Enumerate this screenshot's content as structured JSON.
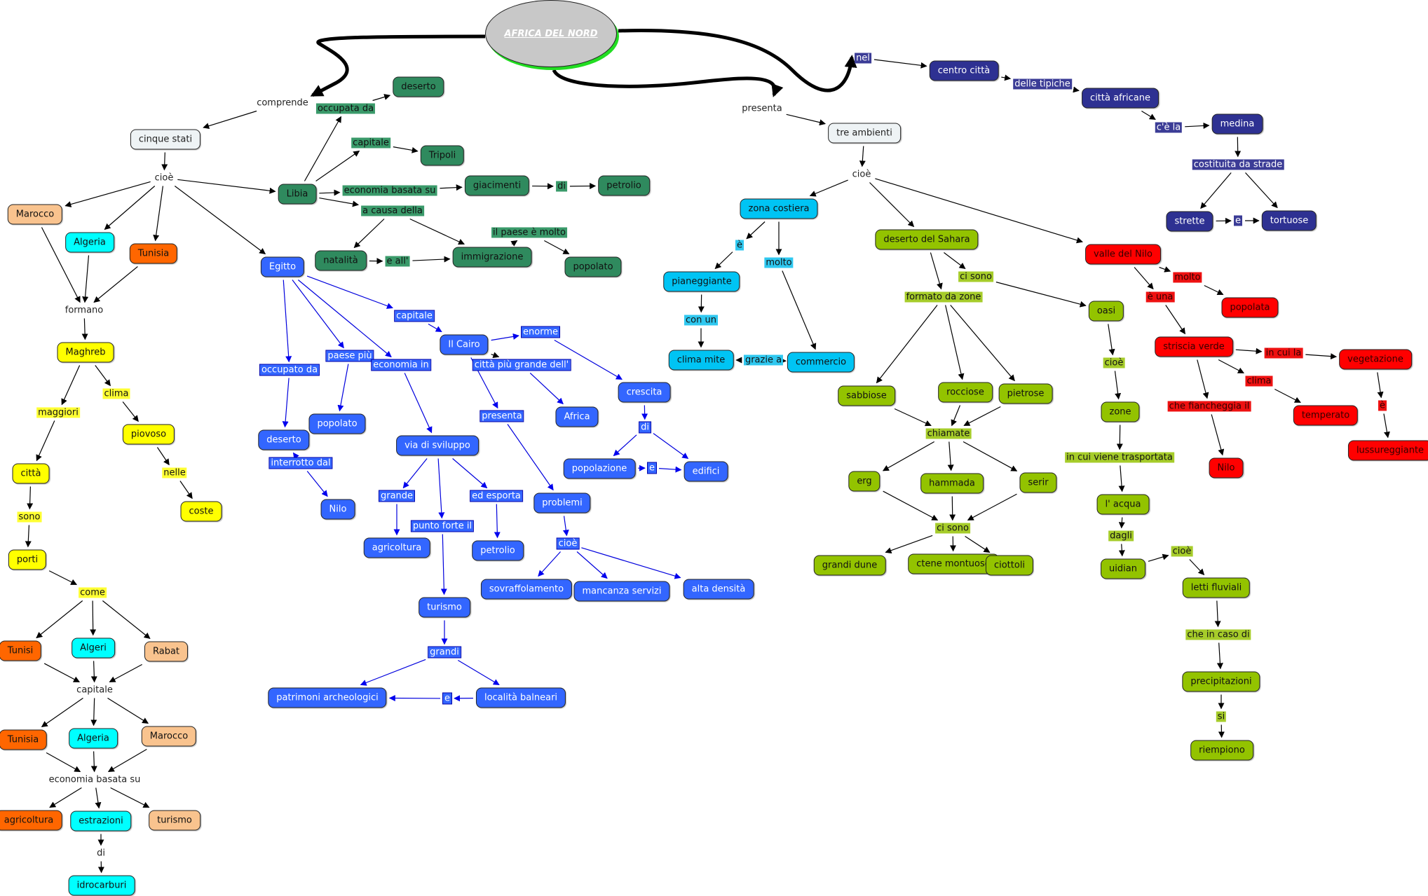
{
  "title": "AFRICA DEL NORD",
  "colors": {
    "libya": "#2f8a5e",
    "egypt": "#3366ff",
    "coast": "#00c4f4",
    "sahara": "#93c300",
    "nile": "#ff0000",
    "city": "#2e3192",
    "maghreb": "#ffff00",
    "tunisia": "#ff6600",
    "morocco": "#f9c38e",
    "algeria": "#00ffff",
    "title_shadow": "#22dd22"
  },
  "nodes": {
    "root": {
      "label": "AFRICA DEL NORD",
      "kind": "title"
    },
    "comprende": {
      "label": "comprende",
      "kind": "plain"
    },
    "cinque_stati": {
      "label": "cinque stati",
      "kind": "c-gray"
    },
    "cioe_stati": {
      "label": "cioè",
      "kind": "plain"
    },
    "marocco": {
      "label": "Marocco",
      "kind": "c-peach"
    },
    "algeria": {
      "label": "Algeria",
      "kind": "c-aqua"
    },
    "tunisia": {
      "label": "Tunisia",
      "kind": "c-orange"
    },
    "formano": {
      "label": "formano",
      "kind": "plain"
    },
    "maghreb": {
      "label": "Maghreb",
      "kind": "c-yellow"
    },
    "maggiori": {
      "label": "maggiori",
      "kind": "l-yellow"
    },
    "clima_m": {
      "label": "clima",
      "kind": "l-yellow"
    },
    "piovoso": {
      "label": "piovoso",
      "kind": "c-yellow"
    },
    "nelle": {
      "label": "nelle",
      "kind": "l-yellow"
    },
    "coste": {
      "label": "coste",
      "kind": "c-yellow"
    },
    "citta": {
      "label": "città",
      "kind": "c-yellow"
    },
    "sono": {
      "label": "sono",
      "kind": "l-yellow"
    },
    "porti": {
      "label": "porti",
      "kind": "c-yellow"
    },
    "come": {
      "label": "come",
      "kind": "l-yellow"
    },
    "tunisi": {
      "label": "Tunisi",
      "kind": "c-orange"
    },
    "algeri": {
      "label": "Algeri",
      "kind": "c-aqua"
    },
    "rabat": {
      "label": "Rabat",
      "kind": "c-peach"
    },
    "capitale_m": {
      "label": "capitale",
      "kind": "plain"
    },
    "tunisia2": {
      "label": "Tunisia",
      "kind": "c-orange"
    },
    "algeria2": {
      "label": "Algeria",
      "kind": "c-aqua"
    },
    "marocco2": {
      "label": "Marocco",
      "kind": "c-peach"
    },
    "economia_m": {
      "label": "economia basata su",
      "kind": "plain"
    },
    "agricoltura_m": {
      "label": "agricoltura",
      "kind": "c-orange"
    },
    "estrazioni": {
      "label": "estrazioni",
      "kind": "c-aqua"
    },
    "turismo_m": {
      "label": "turismo",
      "kind": "c-peach"
    },
    "di_m": {
      "label": "di",
      "kind": "plain"
    },
    "idrocarburi": {
      "label": "idrocarburi",
      "kind": "c-aqua"
    },
    "libia": {
      "label": "Libia",
      "kind": "c-green"
    },
    "occupata_da": {
      "label": "occupata da",
      "kind": "l-green"
    },
    "deserto_l": {
      "label": "deserto",
      "kind": "c-green"
    },
    "capitale_l": {
      "label": "capitale",
      "kind": "l-green"
    },
    "tripoli": {
      "label": "Tripoli",
      "kind": "c-green"
    },
    "economia_l": {
      "label": "economia basata su",
      "kind": "l-green"
    },
    "giacimenti": {
      "label": "giacimenti",
      "kind": "c-green"
    },
    "di_l": {
      "label": "di",
      "kind": "l-green"
    },
    "petrolio_l": {
      "label": "petrolio",
      "kind": "c-green"
    },
    "a_causa": {
      "label": "a causa della",
      "kind": "l-green"
    },
    "natalita": {
      "label": "natalità",
      "kind": "c-green"
    },
    "e_all": {
      "label": "e all'",
      "kind": "l-green"
    },
    "immigrazione": {
      "label": "immigrazione",
      "kind": "c-green"
    },
    "paese_molto": {
      "label": "il paese è molto",
      "kind": "l-green"
    },
    "popolato_l": {
      "label": "popolato",
      "kind": "c-green"
    },
    "egitto": {
      "label": "Egitto",
      "kind": "c-blue"
    },
    "occupato_da": {
      "label": "occupato da",
      "kind": "l-blue"
    },
    "deserto_e": {
      "label": "deserto",
      "kind": "c-blue"
    },
    "interrotto": {
      "label": "interrotto dal",
      "kind": "l-blue"
    },
    "nilo_e": {
      "label": "Nilo",
      "kind": "c-blue"
    },
    "paese_piu": {
      "label": "paese più",
      "kind": "l-blue"
    },
    "popolato_e": {
      "label": "popolato",
      "kind": "c-blue"
    },
    "economia_in": {
      "label": "economia in",
      "kind": "l-blue"
    },
    "via_sviluppo": {
      "label": "via di sviluppo",
      "kind": "c-blue"
    },
    "grande": {
      "label": "grande",
      "kind": "l-blue"
    },
    "agricoltura_e": {
      "label": "agricoltura",
      "kind": "c-blue"
    },
    "punto_forte": {
      "label": "punto forte il",
      "kind": "l-blue"
    },
    "turismo_e": {
      "label": "turismo",
      "kind": "c-blue"
    },
    "grandi": {
      "label": "grandi",
      "kind": "l-blue"
    },
    "patrimoni": {
      "label": "patrimoni archeologici",
      "kind": "c-blue"
    },
    "e_tur": {
      "label": "e",
      "kind": "l-blue"
    },
    "localita": {
      "label": "località balneari",
      "kind": "c-blue"
    },
    "ed_esporta": {
      "label": "ed esporta",
      "kind": "l-blue"
    },
    "petrolio_e": {
      "label": "petrolio",
      "kind": "c-blue"
    },
    "capitale_e": {
      "label": "capitale",
      "kind": "l-blue"
    },
    "cairo": {
      "label": "Il Cairo",
      "kind": "c-blue"
    },
    "enorme": {
      "label": "enorme",
      "kind": "l-blue"
    },
    "crescita": {
      "label": "crescita",
      "kind": "c-blue"
    },
    "di_e": {
      "label": "di",
      "kind": "l-blue"
    },
    "popolazione": {
      "label": "popolazione",
      "kind": "c-blue"
    },
    "e_pop": {
      "label": "e",
      "kind": "l-blue"
    },
    "edifici": {
      "label": "edifici",
      "kind": "c-blue"
    },
    "citta_piu": {
      "label": "città più grande dell'",
      "kind": "l-blue"
    },
    "africa": {
      "label": "Africa",
      "kind": "c-blue"
    },
    "presenta_e": {
      "label": "presenta",
      "kind": "l-blue"
    },
    "problemi": {
      "label": "problemi",
      "kind": "c-blue"
    },
    "cioe_e": {
      "label": "cioè",
      "kind": "l-blue"
    },
    "sovraffolamento": {
      "label": "sovraffolamento",
      "kind": "c-blue"
    },
    "mancanza": {
      "label": "mancanza servizi",
      "kind": "c-blue"
    },
    "alta_densita": {
      "label": "alta densità",
      "kind": "c-blue"
    },
    "presenta": {
      "label": "presenta",
      "kind": "plain"
    },
    "tre_ambienti": {
      "label": "tre ambienti",
      "kind": "c-gray"
    },
    "cioe_amb": {
      "label": "cioè",
      "kind": "plain"
    },
    "zona_costiera": {
      "label": "zona costiera",
      "kind": "c-cyan"
    },
    "e_cost": {
      "label": "è",
      "kind": "l-cyan"
    },
    "pianeggiante": {
      "label": "pianeggiante",
      "kind": "c-cyan"
    },
    "con_un": {
      "label": "con un",
      "kind": "l-cyan"
    },
    "clima_mite": {
      "label": "clima mite",
      "kind": "c-cyan"
    },
    "molto_c": {
      "label": "molto",
      "kind": "l-cyan"
    },
    "commercio": {
      "label": "commercio",
      "kind": "c-cyan"
    },
    "grazie_a": {
      "label": "grazie a",
      "kind": "l-cyan"
    },
    "sahara": {
      "label": "deserto del Sahara",
      "kind": "c-lime"
    },
    "formato_zone": {
      "label": "formato da zone",
      "kind": "l-lime"
    },
    "sabbiose": {
      "label": "sabbiose",
      "kind": "c-lime"
    },
    "rocciose": {
      "label": "rocciose",
      "kind": "c-lime"
    },
    "pietrose": {
      "label": "pietrose",
      "kind": "c-lime"
    },
    "chiamate": {
      "label": "chiamate",
      "kind": "l-lime"
    },
    "erg": {
      "label": "erg",
      "kind": "c-lime"
    },
    "hammada": {
      "label": "hammada",
      "kind": "c-lime"
    },
    "serir": {
      "label": "serir",
      "kind": "c-lime"
    },
    "ci_sono2": {
      "label": "ci sono",
      "kind": "l-lime"
    },
    "grandi_dune": {
      "label": "grandi dune",
      "kind": "c-lime"
    },
    "ctene": {
      "label": "ctene montuose",
      "kind": "c-lime"
    },
    "ciottoli": {
      "label": "ciottoli",
      "kind": "c-lime"
    },
    "ci_sono1": {
      "label": "ci sono",
      "kind": "l-lime"
    },
    "oasi": {
      "label": "oasi",
      "kind": "c-lime"
    },
    "cioe_oasi": {
      "label": "cioè",
      "kind": "l-lime"
    },
    "zone": {
      "label": "zone",
      "kind": "c-lime"
    },
    "in_cui_viene": {
      "label": "in cui viene trasportata",
      "kind": "l-lime"
    },
    "acqua": {
      "label": "l' acqua",
      "kind": "c-lime"
    },
    "dagli": {
      "label": "dagli",
      "kind": "l-lime"
    },
    "uidian": {
      "label": "uidian",
      "kind": "c-lime"
    },
    "cioe_uid": {
      "label": "cioè",
      "kind": "l-lime"
    },
    "letti": {
      "label": "letti fluviali",
      "kind": "c-lime"
    },
    "che_in_caso": {
      "label": "che in caso di",
      "kind": "l-lime"
    },
    "precipitazioni": {
      "label": "precipitazioni",
      "kind": "c-lime"
    },
    "si": {
      "label": "si",
      "kind": "l-lime"
    },
    "riempiono": {
      "label": "riempiono",
      "kind": "c-lime"
    },
    "valle_nilo": {
      "label": "valle del Nilo",
      "kind": "c-red"
    },
    "molto_n": {
      "label": "molto",
      "kind": "l-red"
    },
    "popolata": {
      "label": "popolata",
      "kind": "c-red"
    },
    "e_una": {
      "label": "è una",
      "kind": "l-red"
    },
    "striscia": {
      "label": "striscia verde",
      "kind": "c-red"
    },
    "in_cui_la": {
      "label": "in cui la",
      "kind": "l-red"
    },
    "vegetazione": {
      "label": "vegetazione",
      "kind": "c-red"
    },
    "e_veg": {
      "label": "è",
      "kind": "l-red"
    },
    "lussureggiante": {
      "label": "lussureggiante",
      "kind": "c-red"
    },
    "clima_n": {
      "label": "clima",
      "kind": "l-red"
    },
    "temperato": {
      "label": "temperato",
      "kind": "c-red"
    },
    "fiancheggia": {
      "label": "che fiancheggia il",
      "kind": "l-red"
    },
    "nilo_n": {
      "label": "Nilo",
      "kind": "c-red"
    },
    "nel": {
      "label": "nel",
      "kind": "l-navy"
    },
    "centro_citta": {
      "label": "centro città",
      "kind": "c-navy"
    },
    "delle_tipiche": {
      "label": "delle tipiche",
      "kind": "l-navy"
    },
    "citta_africane": {
      "label": "città africane",
      "kind": "c-navy"
    },
    "ce_la": {
      "label": "c'è la",
      "kind": "l-navy"
    },
    "medina": {
      "label": "medina",
      "kind": "c-navy"
    },
    "costituita": {
      "label": "costituita da strade",
      "kind": "l-navy"
    },
    "strette": {
      "label": "strette",
      "kind": "c-navy"
    },
    "e_str": {
      "label": "e",
      "kind": "l-navy"
    },
    "tortuose": {
      "label": "tortuose",
      "kind": "c-navy"
    }
  },
  "edges": [
    [
      "root",
      "comprende",
      "thick"
    ],
    [
      "root",
      "presenta",
      "thick"
    ],
    [
      "root",
      "nel",
      "thick"
    ],
    [
      "comprende",
      "cinque_stati"
    ],
    [
      "cinque_stati",
      "cioe_stati"
    ],
    [
      "cioe_stati",
      "marocco"
    ],
    [
      "cioe_stati",
      "algeria"
    ],
    [
      "cioe_stati",
      "tunisia"
    ],
    [
      "cioe_stati",
      "libia"
    ],
    [
      "cioe_stati",
      "egitto"
    ],
    [
      "marocco",
      "formano"
    ],
    [
      "algeria",
      "formano"
    ],
    [
      "tunisia",
      "formano"
    ],
    [
      "formano",
      "maghreb"
    ],
    [
      "maghreb",
      "maggiori"
    ],
    [
      "maggiori",
      "citta"
    ],
    [
      "citta",
      "sono"
    ],
    [
      "sono",
      "porti"
    ],
    [
      "porti",
      "come"
    ],
    [
      "come",
      "tunisi"
    ],
    [
      "come",
      "algeri"
    ],
    [
      "come",
      "rabat"
    ],
    [
      "tunisi",
      "capitale_m"
    ],
    [
      "algeri",
      "capitale_m"
    ],
    [
      "rabat",
      "capitale_m"
    ],
    [
      "capitale_m",
      "tunisia2"
    ],
    [
      "capitale_m",
      "algeria2"
    ],
    [
      "capitale_m",
      "marocco2"
    ],
    [
      "tunisia2",
      "economia_m"
    ],
    [
      "algeria2",
      "economia_m"
    ],
    [
      "marocco2",
      "economia_m"
    ],
    [
      "economia_m",
      "agricoltura_m"
    ],
    [
      "economia_m",
      "estrazioni"
    ],
    [
      "economia_m",
      "turismo_m"
    ],
    [
      "estrazioni",
      "di_m"
    ],
    [
      "di_m",
      "idrocarburi"
    ],
    [
      "maghreb",
      "clima_m"
    ],
    [
      "clima_m",
      "piovoso"
    ],
    [
      "piovoso",
      "nelle"
    ],
    [
      "nelle",
      "coste"
    ],
    [
      "libia",
      "occupata_da"
    ],
    [
      "occupata_da",
      "deserto_l"
    ],
    [
      "libia",
      "capitale_l"
    ],
    [
      "capitale_l",
      "tripoli"
    ],
    [
      "libia",
      "economia_l"
    ],
    [
      "economia_l",
      "giacimenti"
    ],
    [
      "giacimenti",
      "di_l"
    ],
    [
      "di_l",
      "petrolio_l"
    ],
    [
      "libia",
      "a_causa"
    ],
    [
      "a_causa",
      "natalita"
    ],
    [
      "a_causa",
      "immigrazione"
    ],
    [
      "natalita",
      "e_all"
    ],
    [
      "e_all",
      "immigrazione"
    ],
    [
      "immigrazione",
      "paese_molto"
    ],
    [
      "paese_molto",
      "popolato_l"
    ],
    [
      "egitto",
      "occupato_da",
      "blue"
    ],
    [
      "occupato_da",
      "deserto_e",
      "blue"
    ],
    [
      "interrotto",
      "deserto_e",
      "blue"
    ],
    [
      "interrotto",
      "nilo_e",
      "blue"
    ],
    [
      "egitto",
      "paese_piu",
      "blue"
    ],
    [
      "paese_piu",
      "popolato_e",
      "blue"
    ],
    [
      "egitto",
      "economia_in",
      "blue"
    ],
    [
      "economia_in",
      "via_sviluppo",
      "blue"
    ],
    [
      "via_sviluppo",
      "grande",
      "blue"
    ],
    [
      "grande",
      "agricoltura_e",
      "blue"
    ],
    [
      "via_sviluppo",
      "punto_forte",
      "blue"
    ],
    [
      "punto_forte",
      "turismo_e",
      "blue"
    ],
    [
      "turismo_e",
      "grandi",
      "blue"
    ],
    [
      "grandi",
      "patrimoni",
      "blue"
    ],
    [
      "grandi",
      "localita",
      "blue"
    ],
    [
      "localita",
      "e_tur",
      "blue"
    ],
    [
      "e_tur",
      "patrimoni",
      "blue"
    ],
    [
      "via_sviluppo",
      "ed_esporta",
      "blue"
    ],
    [
      "ed_esporta",
      "petrolio_e",
      "blue"
    ],
    [
      "egitto",
      "capitale_e",
      "blue"
    ],
    [
      "capitale_e",
      "cairo",
      "blue"
    ],
    [
      "cairo",
      "enorme",
      "blue"
    ],
    [
      "enorme",
      "crescita",
      "blue"
    ],
    [
      "crescita",
      "di_e",
      "blue"
    ],
    [
      "di_e",
      "popolazione",
      "blue"
    ],
    [
      "di_e",
      "edifici",
      "blue"
    ],
    [
      "popolazione",
      "e_pop",
      "blue"
    ],
    [
      "e_pop",
      "edifici",
      "blue"
    ],
    [
      "cairo",
      "citta_piu"
    ],
    [
      "citta_piu",
      "africa",
      "blue"
    ],
    [
      "cairo",
      "presenta_e",
      "blue"
    ],
    [
      "presenta_e",
      "problemi",
      "blue"
    ],
    [
      "problemi",
      "cioe_e",
      "blue"
    ],
    [
      "cioe_e",
      "sovraffolamento",
      "blue"
    ],
    [
      "cioe_e",
      "mancanza",
      "blue"
    ],
    [
      "cioe_e",
      "alta_densita",
      "blue"
    ],
    [
      "presenta",
      "tre_ambienti"
    ],
    [
      "tre_ambienti",
      "cioe_amb"
    ],
    [
      "cioe_amb",
      "zona_costiera"
    ],
    [
      "cioe_amb",
      "sahara"
    ],
    [
      "cioe_amb",
      "valle_nilo"
    ],
    [
      "zona_costiera",
      "e_cost"
    ],
    [
      "e_cost",
      "pianeggiante"
    ],
    [
      "pianeggiante",
      "con_un"
    ],
    [
      "con_un",
      "clima_mite"
    ],
    [
      "zona_costiera",
      "molto_c"
    ],
    [
      "molto_c",
      "commercio"
    ],
    [
      "commercio",
      "grazie_a"
    ],
    [
      "grazie_a",
      "clima_mite"
    ],
    [
      "sahara",
      "formato_zone"
    ],
    [
      "formato_zone",
      "sabbiose"
    ],
    [
      "formato_zone",
      "rocciose"
    ],
    [
      "formato_zone",
      "pietrose"
    ],
    [
      "sabbiose",
      "chiamate"
    ],
    [
      "rocciose",
      "chiamate"
    ],
    [
      "pietrose",
      "chiamate"
    ],
    [
      "chiamate",
      "erg"
    ],
    [
      "chiamate",
      "hammada"
    ],
    [
      "chiamate",
      "serir"
    ],
    [
      "erg",
      "ci_sono2"
    ],
    [
      "hammada",
      "ci_sono2"
    ],
    [
      "serir",
      "ci_sono2"
    ],
    [
      "ci_sono2",
      "grandi_dune"
    ],
    [
      "ci_sono2",
      "ctene"
    ],
    [
      "ci_sono2",
      "ciottoli"
    ],
    [
      "sahara",
      "ci_sono1"
    ],
    [
      "ci_sono1",
      "oasi"
    ],
    [
      "oasi",
      "cioe_oasi"
    ],
    [
      "cioe_oasi",
      "zone"
    ],
    [
      "zone",
      "in_cui_viene"
    ],
    [
      "in_cui_viene",
      "acqua"
    ],
    [
      "acqua",
      "dagli"
    ],
    [
      "dagli",
      "uidian"
    ],
    [
      "uidian",
      "cioe_uid"
    ],
    [
      "cioe_uid",
      "letti"
    ],
    [
      "letti",
      "che_in_caso"
    ],
    [
      "che_in_caso",
      "precipitazioni"
    ],
    [
      "precipitazioni",
      "si"
    ],
    [
      "si",
      "riempiono"
    ],
    [
      "valle_nilo",
      "molto_n"
    ],
    [
      "molto_n",
      "popolata"
    ],
    [
      "valle_nilo",
      "e_una"
    ],
    [
      "e_una",
      "striscia"
    ],
    [
      "striscia",
      "in_cui_la"
    ],
    [
      "in_cui_la",
      "vegetazione"
    ],
    [
      "vegetazione",
      "e_veg"
    ],
    [
      "e_veg",
      "lussureggiante"
    ],
    [
      "striscia",
      "clima_n"
    ],
    [
      "clima_n",
      "temperato"
    ],
    [
      "striscia",
      "fiancheggia"
    ],
    [
      "fiancheggia",
      "nilo_n"
    ],
    [
      "nel",
      "centro_citta"
    ],
    [
      "centro_citta",
      "delle_tipiche"
    ],
    [
      "delle_tipiche",
      "citta_africane"
    ],
    [
      "citta_africane",
      "ce_la"
    ],
    [
      "ce_la",
      "medina"
    ],
    [
      "medina",
      "costituita"
    ],
    [
      "costituita",
      "strette"
    ],
    [
      "costituita",
      "tortuose"
    ],
    [
      "strette",
      "e_str"
    ],
    [
      "e_str",
      "tortuose"
    ]
  ]
}
